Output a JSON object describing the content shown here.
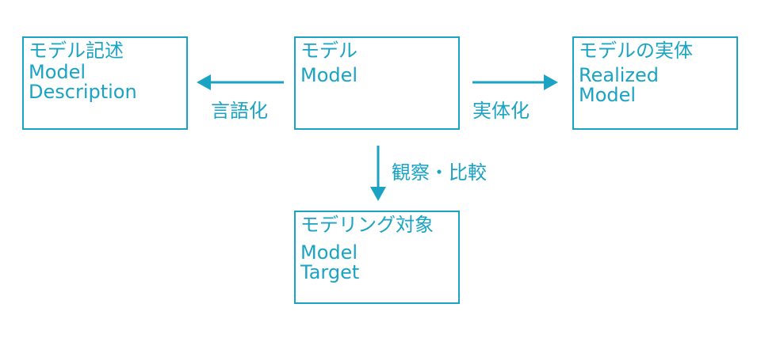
{
  "colors": {
    "accent": "#1aa3c3"
  },
  "nodes": {
    "description": {
      "jp": "モデル記述",
      "en1": "Model",
      "en2": "Description"
    },
    "model": {
      "jp": "モデル",
      "en1": "Model"
    },
    "realized": {
      "jp": "モデルの実体",
      "en1": "Realized",
      "en2": "Model"
    },
    "target": {
      "jp": "モデリング対象",
      "en1": "Model",
      "en2": "Target"
    }
  },
  "edges": {
    "verbalize": "言語化",
    "realize": "実体化",
    "observe": "観察・比較"
  }
}
